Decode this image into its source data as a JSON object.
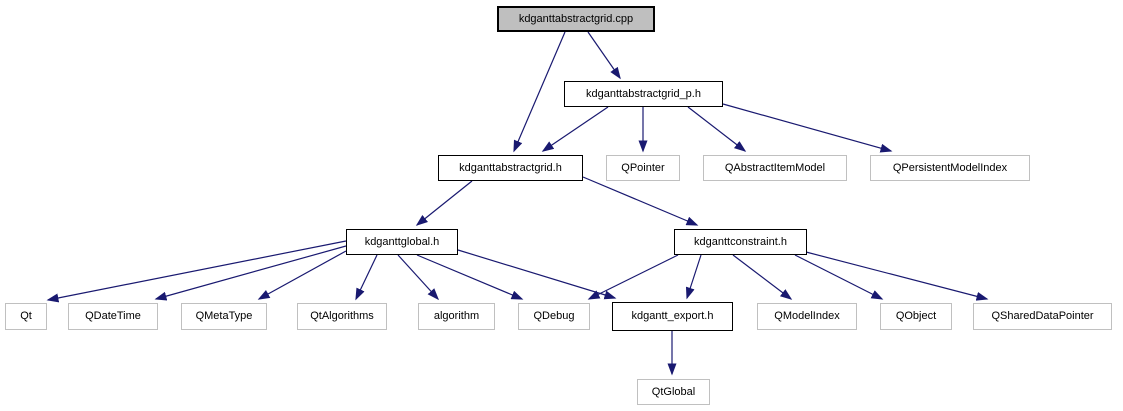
{
  "diagram": {
    "kind": "include-dependency-graph",
    "root_file": "kdganttabstractgrid.cpp",
    "edge_color": "#191970",
    "node_fill": "#ffffff",
    "highlight_node_fill": "#bfbfbf",
    "internal_node_border": "#000000",
    "external_node_border": "#c0c0c0"
  },
  "nodes": {
    "cpp": {
      "label": "kdganttabstractgrid.cpp",
      "kind": "root-highlight"
    },
    "abstractgrid_p_h": {
      "label": "kdganttabstractgrid_p.h",
      "kind": "internal"
    },
    "abstractgrid_h": {
      "label": "kdganttabstractgrid.h",
      "kind": "internal"
    },
    "qpointer": {
      "label": "QPointer",
      "kind": "external"
    },
    "qabstractitemmodel": {
      "label": "QAbstractItemModel",
      "kind": "external"
    },
    "qpersistentmodelindex": {
      "label": "QPersistentModelIndex",
      "kind": "external"
    },
    "kdganttglobal_h": {
      "label": "kdganttglobal.h",
      "kind": "internal"
    },
    "kdganttconstraint_h": {
      "label": "kdganttconstraint.h",
      "kind": "internal"
    },
    "qt": {
      "label": "Qt",
      "kind": "external"
    },
    "qdatetime": {
      "label": "QDateTime",
      "kind": "external"
    },
    "qmetatype": {
      "label": "QMetaType",
      "kind": "external"
    },
    "qtalgorithms": {
      "label": "QtAlgorithms",
      "kind": "external"
    },
    "algorithm": {
      "label": "algorithm",
      "kind": "external"
    },
    "qdebug": {
      "label": "QDebug",
      "kind": "external"
    },
    "kdgantt_export_h": {
      "label": "kdgantt_export.h",
      "kind": "internal"
    },
    "qmodelindex": {
      "label": "QModelIndex",
      "kind": "external"
    },
    "qobject": {
      "label": "QObject",
      "kind": "external"
    },
    "qshareddatapointer": {
      "label": "QSharedDataPointer",
      "kind": "external"
    },
    "qtglobal": {
      "label": "QtGlobal",
      "kind": "external"
    }
  },
  "edges": [
    {
      "from": "cpp",
      "to": "abstractgrid_h"
    },
    {
      "from": "cpp",
      "to": "abstractgrid_p_h"
    },
    {
      "from": "abstractgrid_p_h",
      "to": "abstractgrid_h"
    },
    {
      "from": "abstractgrid_p_h",
      "to": "qpointer"
    },
    {
      "from": "abstractgrid_p_h",
      "to": "qabstractitemmodel"
    },
    {
      "from": "abstractgrid_p_h",
      "to": "qpersistentmodelindex"
    },
    {
      "from": "abstractgrid_h",
      "to": "kdganttglobal_h"
    },
    {
      "from": "abstractgrid_h",
      "to": "kdganttconstraint_h"
    },
    {
      "from": "kdganttglobal_h",
      "to": "qt"
    },
    {
      "from": "kdganttglobal_h",
      "to": "qdatetime"
    },
    {
      "from": "kdganttglobal_h",
      "to": "qmetatype"
    },
    {
      "from": "kdganttglobal_h",
      "to": "qtalgorithms"
    },
    {
      "from": "kdganttglobal_h",
      "to": "algorithm"
    },
    {
      "from": "kdganttglobal_h",
      "to": "qdebug"
    },
    {
      "from": "kdganttglobal_h",
      "to": "kdgantt_export_h"
    },
    {
      "from": "kdganttconstraint_h",
      "to": "qdebug"
    },
    {
      "from": "kdganttconstraint_h",
      "to": "kdgantt_export_h"
    },
    {
      "from": "kdganttconstraint_h",
      "to": "qmodelindex"
    },
    {
      "from": "kdganttconstraint_h",
      "to": "qobject"
    },
    {
      "from": "kdganttconstraint_h",
      "to": "qshareddatapointer"
    },
    {
      "from": "kdgantt_export_h",
      "to": "qtglobal"
    }
  ]
}
